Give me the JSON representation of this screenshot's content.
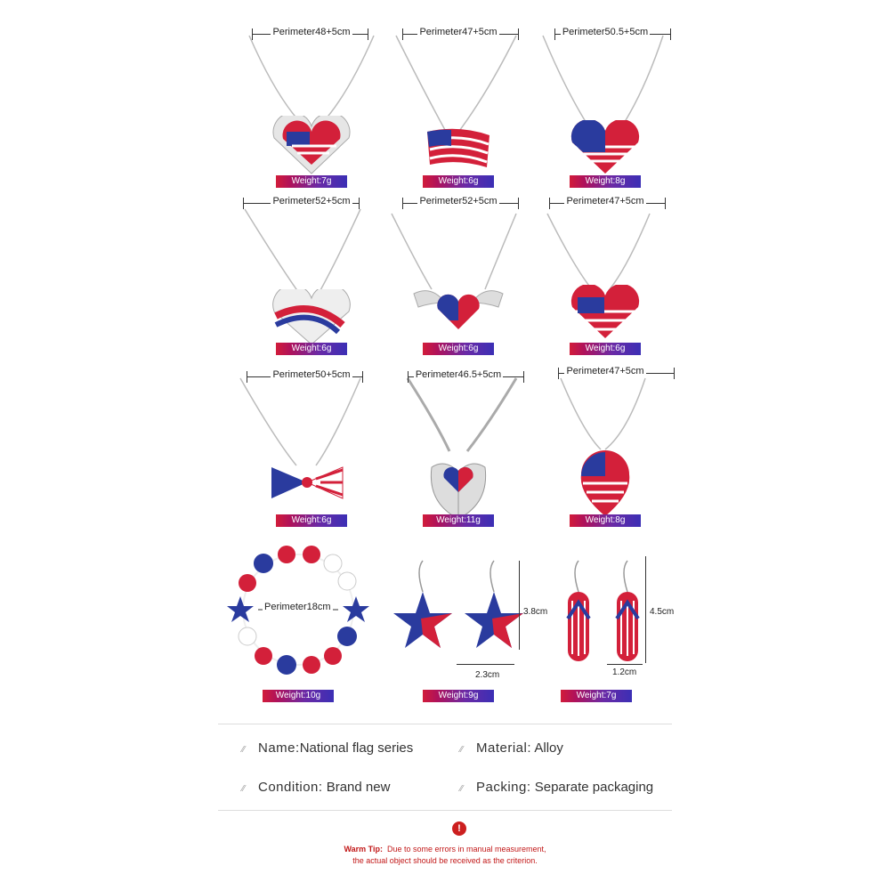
{
  "necklaces": [
    {
      "perimeter": "Perimeter48+5cm",
      "weight": "Weight:7g"
    },
    {
      "perimeter": "Perimeter47+5cm",
      "weight": "Weight:6g"
    },
    {
      "perimeter": "Perimeter50.5+5cm",
      "weight": "Weight:8g"
    },
    {
      "perimeter": "Perimeter52+5cm",
      "weight": "Weight:6g"
    },
    {
      "perimeter": "Perimeter52+5cm",
      "weight": "Weight:6g"
    },
    {
      "perimeter": "Perimeter47+5cm",
      "weight": "Weight:6g"
    },
    {
      "perimeter": "Perimeter50+5cm",
      "weight": "Weight:6g"
    },
    {
      "perimeter": "Perimeter46.5+5cm",
      "weight": "Weight:11g"
    },
    {
      "perimeter": "Perimeter47+5cm",
      "weight": "Weight:8g"
    }
  ],
  "bracelet": {
    "perimeter": "Perimeter18cm",
    "weight": "Weight:10g"
  },
  "star_earrings": {
    "height": "3.8cm",
    "width": "2.3cm",
    "weight": "Weight:9g"
  },
  "flipflop_earrings": {
    "height": "4.5cm",
    "width": "1.2cm",
    "weight": "Weight:7g"
  },
  "specs": {
    "name_label": "Name:",
    "name_value": "National flag series",
    "material_label": "Material:",
    "material_value": "Alloy",
    "condition_label": "Condition:",
    "condition_value": "Brand new",
    "packing_label": "Packing:",
    "packing_value": "Separate packaging"
  },
  "warm_tip": {
    "icon": "!",
    "label": "Warm Tip:",
    "line1": "Due to some errors in manual measurement,",
    "line2": "the actual object should be received as the criterion."
  },
  "colors": {
    "flag_red": "#d3203a",
    "flag_blue": "#2a3b9e",
    "silver": "#c8c8c8"
  }
}
